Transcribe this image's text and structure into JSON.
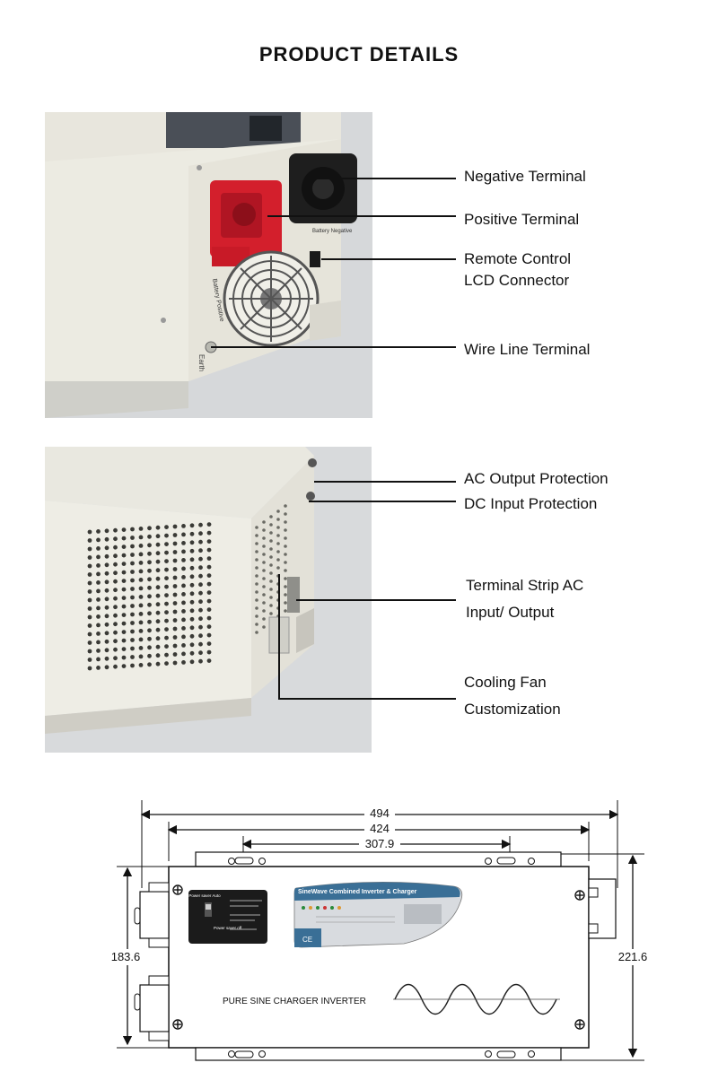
{
  "page": {
    "title": "PRODUCT DETAILS"
  },
  "photo1": {
    "unit_labels": {
      "battery_positive": "Battery Positive",
      "battery_negative": "Battery Negative",
      "earth": "Earth"
    },
    "callouts": [
      {
        "id": "negative",
        "text": "Negative Terminal"
      },
      {
        "id": "positive",
        "text": "Positive Terminal"
      },
      {
        "id": "remote_line1",
        "text": "Remote Control"
      },
      {
        "id": "remote_line2",
        "text": "LCD Connector"
      },
      {
        "id": "wire",
        "text": "Wire Line Terminal"
      }
    ]
  },
  "photo2": {
    "callouts": [
      {
        "id": "ac_out",
        "text": "AC Output Protection"
      },
      {
        "id": "dc_in",
        "text": "DC Input Protection"
      },
      {
        "id": "strip_line1",
        "text": "Terminal Strip AC"
      },
      {
        "id": "strip_line2",
        "text": "Input/ Output"
      },
      {
        "id": "fan_line1",
        "text": "Cooling Fan"
      },
      {
        "id": "fan_line2",
        "text": "Customization"
      }
    ]
  },
  "diagram": {
    "dimensions": {
      "overall_width": "494",
      "body_width": "424",
      "mount_spacing": "307.9",
      "left_height": "183.6",
      "right_height": "221.6"
    },
    "panel": {
      "brand_text": "SineWave Combined Inverter & Charger",
      "ce_mark": "CE",
      "product_text": "PURE SINE CHARGER INVERTER",
      "switch_top": "Power saver Auto",
      "switch_bottom": "Power saver off"
    },
    "colors": {
      "panel_blue": "#3a6f96",
      "panel_grey": "#d8dbdf",
      "terminal_red": "#d31f2c",
      "terminal_black": "#1a1a1a"
    }
  }
}
